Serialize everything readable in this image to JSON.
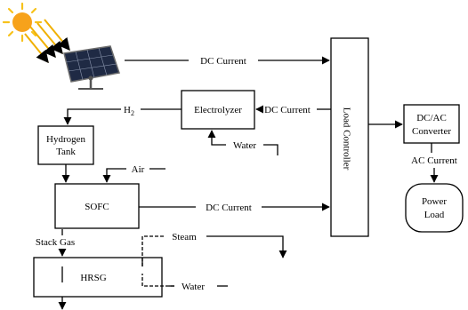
{
  "blocks": {
    "electrolyzer": "Electrolyzer",
    "hydrogen_tank_line1": "Hydrogen",
    "hydrogen_tank_line2": "Tank",
    "sofc": "SOFC",
    "hrsg": "HRSG",
    "load_controller": "Load Controller",
    "dc_ac_line1": "DC/AC",
    "dc_ac_line2": "Converter",
    "power_load_line1": "Power",
    "power_load_line2": "Load"
  },
  "flows": {
    "dc_current_pv": "DC Current",
    "dc_current_electrolyzer": "DC Current",
    "dc_current_sofc": "DC Current",
    "h2_main": "H",
    "h2_sub": "2",
    "water_electrolyzer": "Water",
    "air": "Air",
    "stack_gas": "Stack Gas",
    "steam": "Steam",
    "water_hrsg": "Water",
    "ac_current": "AC Current"
  },
  "icons": {
    "sun": "sun-icon",
    "solar_panel": "solar-panel-icon"
  },
  "colors": {
    "sun_core": "#f7a21b",
    "sun_rays": "#f7c21b",
    "light_beams": "#f0b000",
    "panel_dark": "#1f2a44",
    "panel_frame": "#6b6b6b"
  }
}
